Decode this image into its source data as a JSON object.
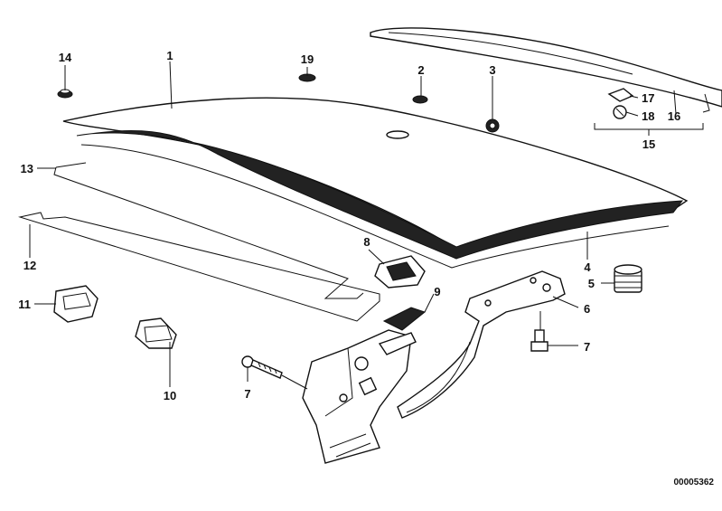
{
  "callouts": {
    "c1": "1",
    "c2": "2",
    "c3": "3",
    "c4": "4",
    "c5": "5",
    "c6": "6",
    "c7a": "7",
    "c7b": "7",
    "c8": "8",
    "c9": "9",
    "c10": "10",
    "c11": "11",
    "c12": "12",
    "c13": "13",
    "c14": "14",
    "c15": "15",
    "c16": "16",
    "c17": "17",
    "c18": "18",
    "c19": "19"
  },
  "document_number": "00005362"
}
